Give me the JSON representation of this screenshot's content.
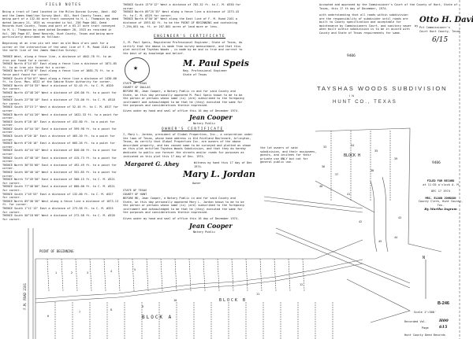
{
  "field_notes": {
    "heading": "FIELD NOTES",
    "intro": "Being a tract of land located in the Miles Duncan Survey, Abst. 402 and the James Hamilton Survey Abst. 451, Hunt County Texas, and being part of a 132.50 acre tract conveyed to H. L. Thompson by deed dated January 21, 1925 as recorded in Vol. 256 Page 002, Deed Records Hunt County, Texas and part of a 63.27 acre tract conveyed to M. L. Thompson by deed dated December 20, 1923 as recorded in Vol. 285 Page 87, Deed Records, Hunt County, Texas and being more particularly described as follows:",
    "beginning": "Beginning at an iron pin set near an old Bois d'arc post for a corner at the intersection of the west line of F. M. Road 2101 and the north line of the James Hamilton Survey;",
    "calls": [
      "THENCE West, along a fence line, a distance of 4042.78 ft. to an iron pin found for a corner.",
      "THENCE North 0°14'03\" East along a fence line a distance of 1871.85 ft. to an iron pin found for a corner.",
      "THENCE North 87°48'0\" East along a fence line of 1685.75 ft. to a fence post found for corner.",
      "THENCE South 0°04'07\" West along a fence line a distance of 1430.60 ft. to Conc. Mon. #322 of the Sabine River Authority for corner.",
      "THENCE North 49°10'35\" West a distance of 52.45 ft. to C. M. #320 for corner.",
      "THENCE North 43°48'20\" West a distance of 426.00 ft. to a point for corner.",
      "THENCE South 23°30'10\" East a distance of 715.00 ft. to C. M. #318 for corner.",
      "THENCE South 33°15'2\" West a distance of 52.45 ft. to C. M. #317 for corner.",
      "THENCE North 44°44'20\" West a distance of 1022.33 ft. to a point for corner.",
      "THENCE South 0°28'10\" East a distance of 433.00 ft. to a point for corner.",
      "THENCE South 44°44'10\" East a distance of 599.98 ft. to a point for corner.",
      "THENCE South 0°20'10\" East a distance of 465.20 ft. to a point for corner.",
      "THENCE North 0°20'10\" East a distance of 605.26 ft. to a point for corner.",
      "THENCE South 44°44'10\" West a distance of 840.00 ft. to a point for corner.",
      "THENCE South 43°48'10\" East a distance of 415.73 ft. to a point for corner.",
      "THENCE North 38°55'00\" East a distance of 492.49 ft. to a point for corner.",
      "THENCE South 58°40'10\" West a distance of 552.85 ft. to a point for corner.",
      "THENCE North 73°49'58\" East a distance of 500.15 ft. to C. M. #321 for corner.",
      "THENCE South 77°48'00\" East a distance of 880.00 ft. to C. M. #321 for corner.",
      "THENCE South 1°45'53\" East a distance of 132.00 ft. to C. M. #327 for corner.",
      "THENCE North 89°48'30\" West along a fence line a distance of 1073.13 ft. for corner.",
      "THENCE South 1°11'13\" East a distance of 273.58 ft. to C. M. #325 for corner.",
      "THENCE South 50°18'00\" West a distance of 272.58 ft. to C. M. #326 for corner."
    ]
  },
  "closing_calls": [
    "THENCE South 13°0'12\" West a distance of 703.32 ft. to C. M. #330 for corner.",
    "THENCE North 89°25'35\" West along a fence line a distance of 1373.43 ft. to C. M. #329 for corner.",
    "THENCE North 0°50'16\" West along the East line of F. M. Road 2101 a distance of 1593.02 ft. to be the POINT OF BEGINNING and containing 7,294,051 sq. ft. or 167.801 acres of land more or less."
  ],
  "engineer_certificate": {
    "heading": "ENGINEER'S CERTIFICATE",
    "text": "I, M. Paul Speis, Registered Professional Engineer, State of Texas, do certify that the above is made from survey measurement, and that this plat entitled Tayshas Woods , is made by me and is true and correct to the best of my knowledge and belief.",
    "signature": "M. Paul Speis",
    "signature_caption": "Reg. Professional Engineer\nState of Texas",
    "state_county": "STATE OF TEXAS\nCOUNTY OF DALLAS",
    "notary_text": "BEFORE ME, Jean Cooper, a Notary Public in and for said County and State, on this day personally appeared M. Paul Speis known to me to be the person or persons whose name (is) (are) subscribed to the foregoing instrument and acknowledged to me that he (they) executed the same for the purposes and considerations therein expressed.",
    "given": "Given under my hand and seal of office this 16 day of December 1974.",
    "notary_signature": "Jean Cooper",
    "notary_caption": "Notary Public"
  },
  "owner_certificate": {
    "heading": "OWNER'S CERTIFICATE",
    "text": "I, Mary L. Jordan, president of Global Properties, Inc., a corporation under the laws of Texas, whose home address is 614 Richland Boulevard, Arlington, Texas, do certify that Global Properties Inc. are owners of the above described property, and has caused same to be surveyed and platted as shown on this plat entitled Tayshas Woods Subdivision, and that they do hereby dedicate to public use forever the streets and/or roads for purposes as indicated on this plat this 17 day of Dec. 1974.",
    "margin_note": "the lot owners of said subdivision, and their assignees, guests, and invitees for their private use ONLY but not for general public use.",
    "witness": "Witness my hand this 17 day of Dec 1974.",
    "witness_signature": "Margaret G. Ahey",
    "owner_signature": "Mary L. Jordan",
    "owner_label": "Owner",
    "state_county": "STATE OF TEXAS\nCOUNTY OF HUNT",
    "notary_text": "BEFORE ME, Jean Cooper, a Notary Public in and for said County and State, on this day personally appeared Mary L. Jordan known to me to be the person or persons whose name (is) (are) subscribed to the foregoing instrument and acknowledged to me that he (they) executed the same for the purposes and considerations therein expressed.",
    "given": "Given under my hand and seal of office this 16 day of December 1974.",
    "notary_signature": "Jean Cooper",
    "notary_caption": "Notary Public"
  },
  "approval": {
    "text": "Accepted and approved by the Commissioner's Court of the County of Hunt, State of Texas, this 17 th day of December, 1974.",
    "conditions": "with understanding that all roads within subdivision are the responsibility of subdivider until roads are built to County specification and acceptable for maintenance by Commissioners Court, and sanitary sewer when built within subdivision is to be in accord with County and State of Texas requirements for same.",
    "by": "by",
    "signature": "Otto H. Davis",
    "caption": "Pct Commissioner's\nCourt Hunt County, Texas",
    "handwritten": "6/15",
    "number": "9406"
  },
  "title": {
    "line1": "TAYSHAS   WOODS   SUBDIVISION",
    "line2": "IN",
    "line3": "HUNT CO., TEXAS"
  },
  "filing": {
    "number": "9406",
    "filed": "FILED FOR RECORD",
    "time": "at 11:35 o'clock A. M",
    "date": "DEC 17 1974",
    "clerk": "MRS. ELOON JOHNSON",
    "clerk_title": "County Clerk, Hunt County, Tex.",
    "deputy": "By Martha Ingram"
  },
  "map": {
    "point_of_beginning": "POINT OF BEGINNING",
    "road_label": "F.M. ROAD 2101",
    "block_a": "BLOCK A",
    "block_b": "BLOCK B",
    "block_h": "BLOCK H",
    "sheet_id": "B-246",
    "scale": "Scale 1\"=300'",
    "recorded_vol_label": "Recorded Vol.",
    "recorded_vol": "H00",
    "recorded_page_label": "Page",
    "recorded_page": "615",
    "recorded_by": "Hunt County Deed Records",
    "north": "N",
    "lot_numbers": [
      "33",
      "34",
      "35",
      "36",
      "37",
      "38",
      "39",
      "40",
      "41",
      "42",
      "43",
      "44",
      "45",
      "1",
      "2",
      "3",
      "4",
      "5",
      "6",
      "7",
      "8",
      "9",
      "10",
      "11",
      "12"
    ]
  }
}
